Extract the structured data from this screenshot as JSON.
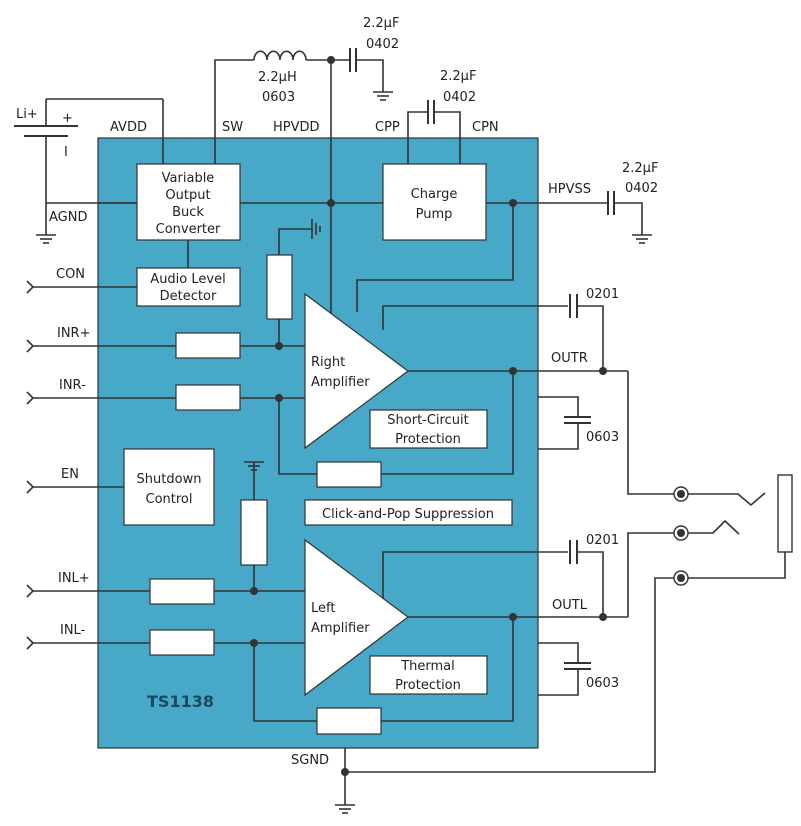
{
  "diagram": {
    "chip": {
      "name": "TS1138",
      "color": "#47a9c7"
    },
    "pins": {
      "avdd": "AVDD",
      "sw": "SW",
      "hpvdd": "HPVDD",
      "cpp": "CPP",
      "cpn": "CPN",
      "agnd": "AGND",
      "hpvss": "HPVSS",
      "con": "CON",
      "inr_plus": "INR+",
      "inr_minus": "INR-",
      "en": "EN",
      "inl_plus": "INL+",
      "inl_minus": "INL-",
      "outr": "OUTR",
      "outl": "OUTL",
      "sgnd": "SGND"
    },
    "battery": {
      "name": "Li+",
      "plus": "+",
      "minus": "I"
    },
    "components": {
      "inductor": {
        "value": "2.2µH",
        "size": "0603"
      },
      "cap_hpvdd": {
        "value": "2.2µF",
        "size": "0402"
      },
      "cap_flying": {
        "value": "2.2µF",
        "size": "0402"
      },
      "cap_hpvss": {
        "value": "2.2µF",
        "size": "0402"
      },
      "cap_outr_series": {
        "size": "0201"
      },
      "cap_outr_shunt": {
        "size": "0603"
      },
      "cap_outl_series": {
        "size": "0201"
      },
      "cap_outl_shunt": {
        "size": "0603"
      }
    },
    "blocks": {
      "buck": [
        "Variable",
        "Output",
        "Buck",
        "Converter"
      ],
      "charge_pump": [
        "Charge",
        "Pump"
      ],
      "audio_level": [
        "Audio Level",
        "Detector"
      ],
      "shutdown": [
        "Shutdown",
        "Control"
      ],
      "right_amp": [
        "Right",
        "Amplifier"
      ],
      "left_amp": [
        "Left",
        "Amplifier"
      ],
      "short_circuit": [
        "Short-Circuit",
        "Protection"
      ],
      "thermal": [
        "Thermal",
        "Protection"
      ],
      "click_pop": "Click-and-Pop Suppression"
    }
  }
}
